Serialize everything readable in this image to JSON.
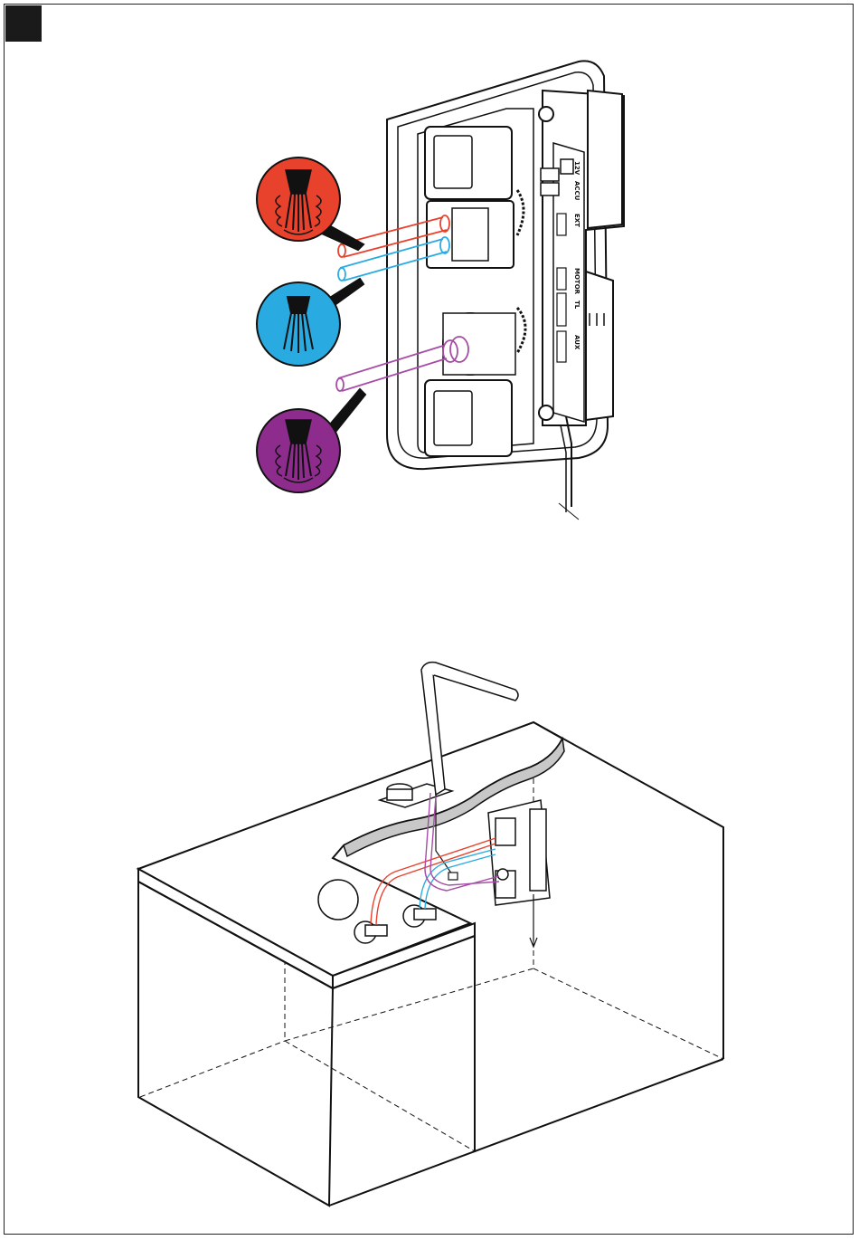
{
  "colors": {
    "hot": "#e8412c",
    "cold": "#29abe2",
    "mixed": "#8e2c8e",
    "outline": "#111111",
    "hot_line": "#e8412c",
    "cold_line": "#29abe2",
    "mixed_line": "#a64ca6"
  },
  "icons": {
    "hot_water": "hot-water-steam-spray-icon",
    "cold_water": "cold-water-spray-icon",
    "mixed_water": "mixed-water-steam-spray-icon"
  },
  "control_unit": {
    "port_labels": [
      "12V",
      "ACCU",
      "EXT",
      "MOTOR",
      "TL",
      "AUX"
    ]
  }
}
